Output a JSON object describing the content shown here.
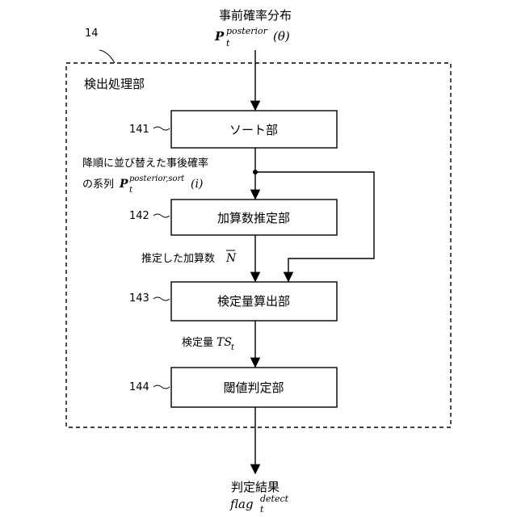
{
  "top_input": {
    "label": "事前確率分布",
    "symbol_main": "P",
    "symbol_sup": "posterior",
    "symbol_sub": "t",
    "symbol_arg": "(θ)"
  },
  "container": {
    "ref": "14",
    "title": "検出処理部"
  },
  "blocks": [
    {
      "ref": "141",
      "label": "ソート部"
    },
    {
      "ref": "142",
      "label": "加算数推定部"
    },
    {
      "ref": "143",
      "label": "検定量算出部"
    },
    {
      "ref": "144",
      "label": "閾値判定部"
    }
  ],
  "signals": {
    "sorted": {
      "line1": "降順に並び替えた事後確率",
      "line2_prefix": "の系列",
      "symbol_main": "P",
      "symbol_sup": "posterior,sort",
      "symbol_sub": "t",
      "symbol_arg": "(i)"
    },
    "estimated": {
      "prefix": "推定した加算数",
      "symbol": "N"
    },
    "test_stat": {
      "prefix": "検定量",
      "symbol_main": "TS",
      "symbol_sub": "t"
    }
  },
  "output": {
    "label": "判定結果",
    "symbol_main": "flag",
    "symbol_sup": "detect",
    "symbol_sub": "t"
  }
}
